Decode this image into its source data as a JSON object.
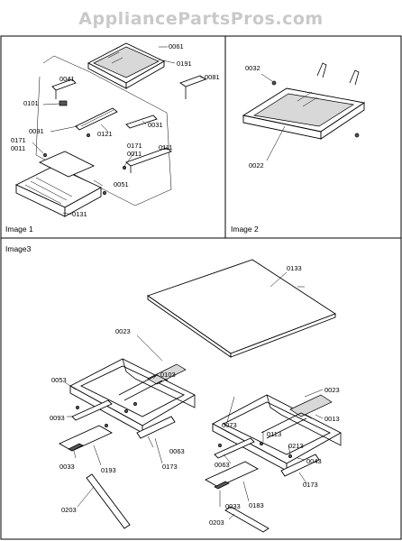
{
  "watermark": "AppliancePartsPros.com",
  "panels": {
    "image1": {
      "title": "Image 1"
    },
    "image2": {
      "title": "Image 2"
    },
    "image3": {
      "title": "Image3"
    }
  },
  "callouts": {
    "p0061": "0061",
    "p0191": "0191",
    "p0081": "0081",
    "p0041": "0041",
    "p0101": "0101",
    "p0091": "0091",
    "p0121": "0121",
    "p0031": "0031",
    "p0171a": "0171",
    "p0011a": "0011",
    "p0171b": "0171",
    "p0011b": "0011",
    "p0111": "0111",
    "p0051": "0051",
    "p0131": "0131",
    "p0032": "0032",
    "p0022": "0022",
    "p0133": "0133",
    "p0023a": "0023",
    "p0103": "0103",
    "p0053": "0053",
    "p0093": "0093",
    "p0063a": "0063",
    "p0173a": "0173",
    "p0033a": "0033",
    "p0193": "0193",
    "p0203a": "0203",
    "p0023b": "0023",
    "p0013": "0013",
    "p0073": "0073",
    "p0113": "0113",
    "p0213": "0213",
    "p0063b": "0063",
    "p0183": "0183",
    "p0043": "0043",
    "p0173b": "0173",
    "p0033b": "0033",
    "p0203b": "0203"
  }
}
